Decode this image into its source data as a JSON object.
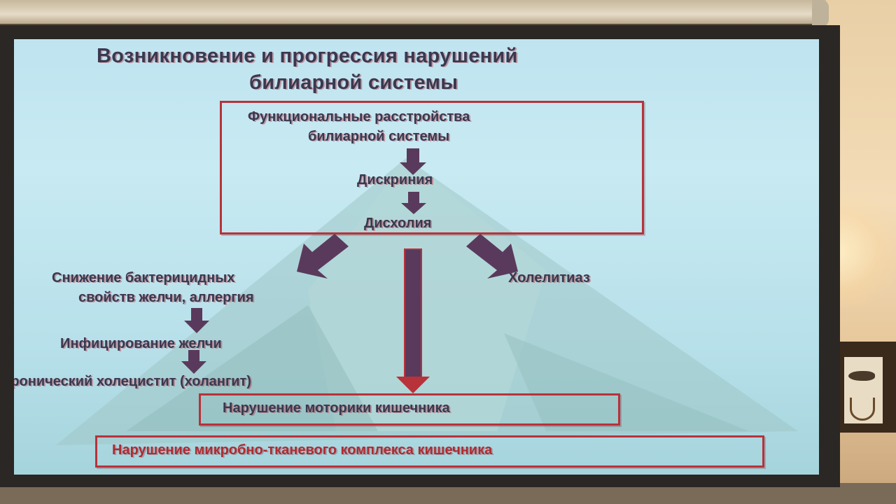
{
  "slide": {
    "title_line1": "Возникновение и прогрессия нарушений",
    "title_line2": "билиарной системы",
    "box_top": {
      "line1": "Функциональные расстройства",
      "line2": "билиарной системы",
      "step1": "Дискриния",
      "step2": "Дисхолия"
    },
    "left_branch": {
      "line1": "Снижение бактерицидных",
      "line2": "свойств желчи, аллергия",
      "step1": "Инфицирование желчи",
      "step2": "Хронический холецистит (холангит)"
    },
    "right_branch": "Холелитиаз",
    "motor_box": "Нарушение моторики кишечника",
    "micro_box": "Нарушение микробно-тканевого комплекса кишечника"
  },
  "colors": {
    "text": "#3b3850",
    "box_border": "#b8323a",
    "arrow": "#5a3a5c",
    "screen_bg": "#c2e6f0"
  }
}
